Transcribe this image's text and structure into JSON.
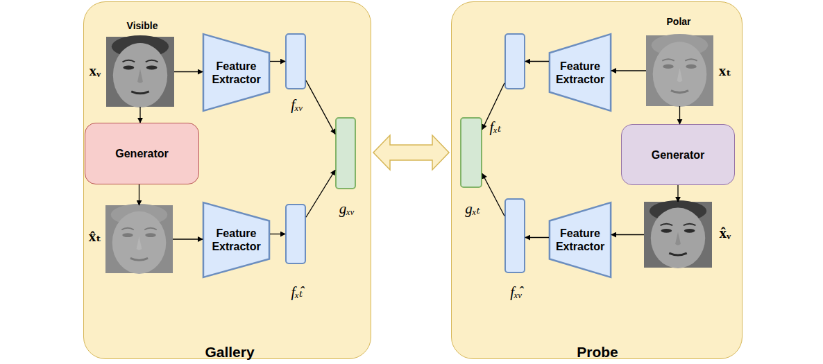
{
  "diagram": {
    "nodes": [
      {
        "text": [
          "Gallery"
        ]
      },
      {
        "text": [
          "Probe"
        ]
      },
      {
        "text": [
          "Visible",
          "xᵥ"
        ],
        "in": 0
      },
      {
        "text": [
          "Feature Extractor"
        ],
        "in": 0
      },
      {
        "text": [
          "fₓᵥ"
        ],
        "in": 0
      },
      {
        "text": [
          "Generator"
        ],
        "in": 0
      },
      {
        "text": [
          "x̂ₜ"
        ],
        "in": 0
      },
      {
        "text": [
          "Feature Extractor"
        ],
        "in": 0
      },
      {
        "text": [
          "fₓ̂ₜ"
        ],
        "in": 0
      },
      {
        "text": [
          "gₓᵥ"
        ],
        "in": 0
      },
      {
        "text": [
          "Polar",
          "xₜ"
        ],
        "in": 1
      },
      {
        "text": [
          "Feature Extractor"
        ],
        "in": 1
      },
      {
        "text": [
          "fₓₜ"
        ],
        "in": 1
      },
      {
        "text": [
          "Generator"
        ],
        "in": 1
      },
      {
        "text": [
          "x̂ᵥ"
        ],
        "in": 1
      },
      {
        "text": [
          "Feature Extractor"
        ],
        "in": 1
      },
      {
        "text": [
          "fₓ̂ᵥ"
        ],
        "in": 1
      },
      {
        "text": [
          "gₓₜ"
        ],
        "in": 1
      }
    ],
    "edges": [
      {
        "from": 2,
        "to": 3,
        "arrow": "to"
      },
      {
        "from": 3,
        "to": 4,
        "arrow": "to"
      },
      {
        "from": 4,
        "to": 9,
        "arrow": "to"
      },
      {
        "from": 2,
        "to": 5,
        "arrow": "to"
      },
      {
        "from": 5,
        "to": 6,
        "arrow": "to"
      },
      {
        "from": 6,
        "to": 7,
        "arrow": "to"
      },
      {
        "from": 7,
        "to": 8,
        "arrow": "to"
      },
      {
        "from": 8,
        "to": 9,
        "arrow": "to"
      },
      {
        "from": 10,
        "to": 11,
        "arrow": "to"
      },
      {
        "from": 11,
        "to": 12,
        "arrow": "to"
      },
      {
        "from": 12,
        "to": 17,
        "arrow": "to"
      },
      {
        "from": 10,
        "to": 13,
        "arrow": "to"
      },
      {
        "from": 13,
        "to": 14,
        "arrow": "to"
      },
      {
        "from": 14,
        "to": 15,
        "arrow": "to"
      },
      {
        "from": 15,
        "to": 16,
        "arrow": "to"
      },
      {
        "from": 16,
        "to": 17,
        "arrow": "to"
      },
      {
        "from": 0,
        "to": 1,
        "arrow": "both"
      }
    ]
  }
}
